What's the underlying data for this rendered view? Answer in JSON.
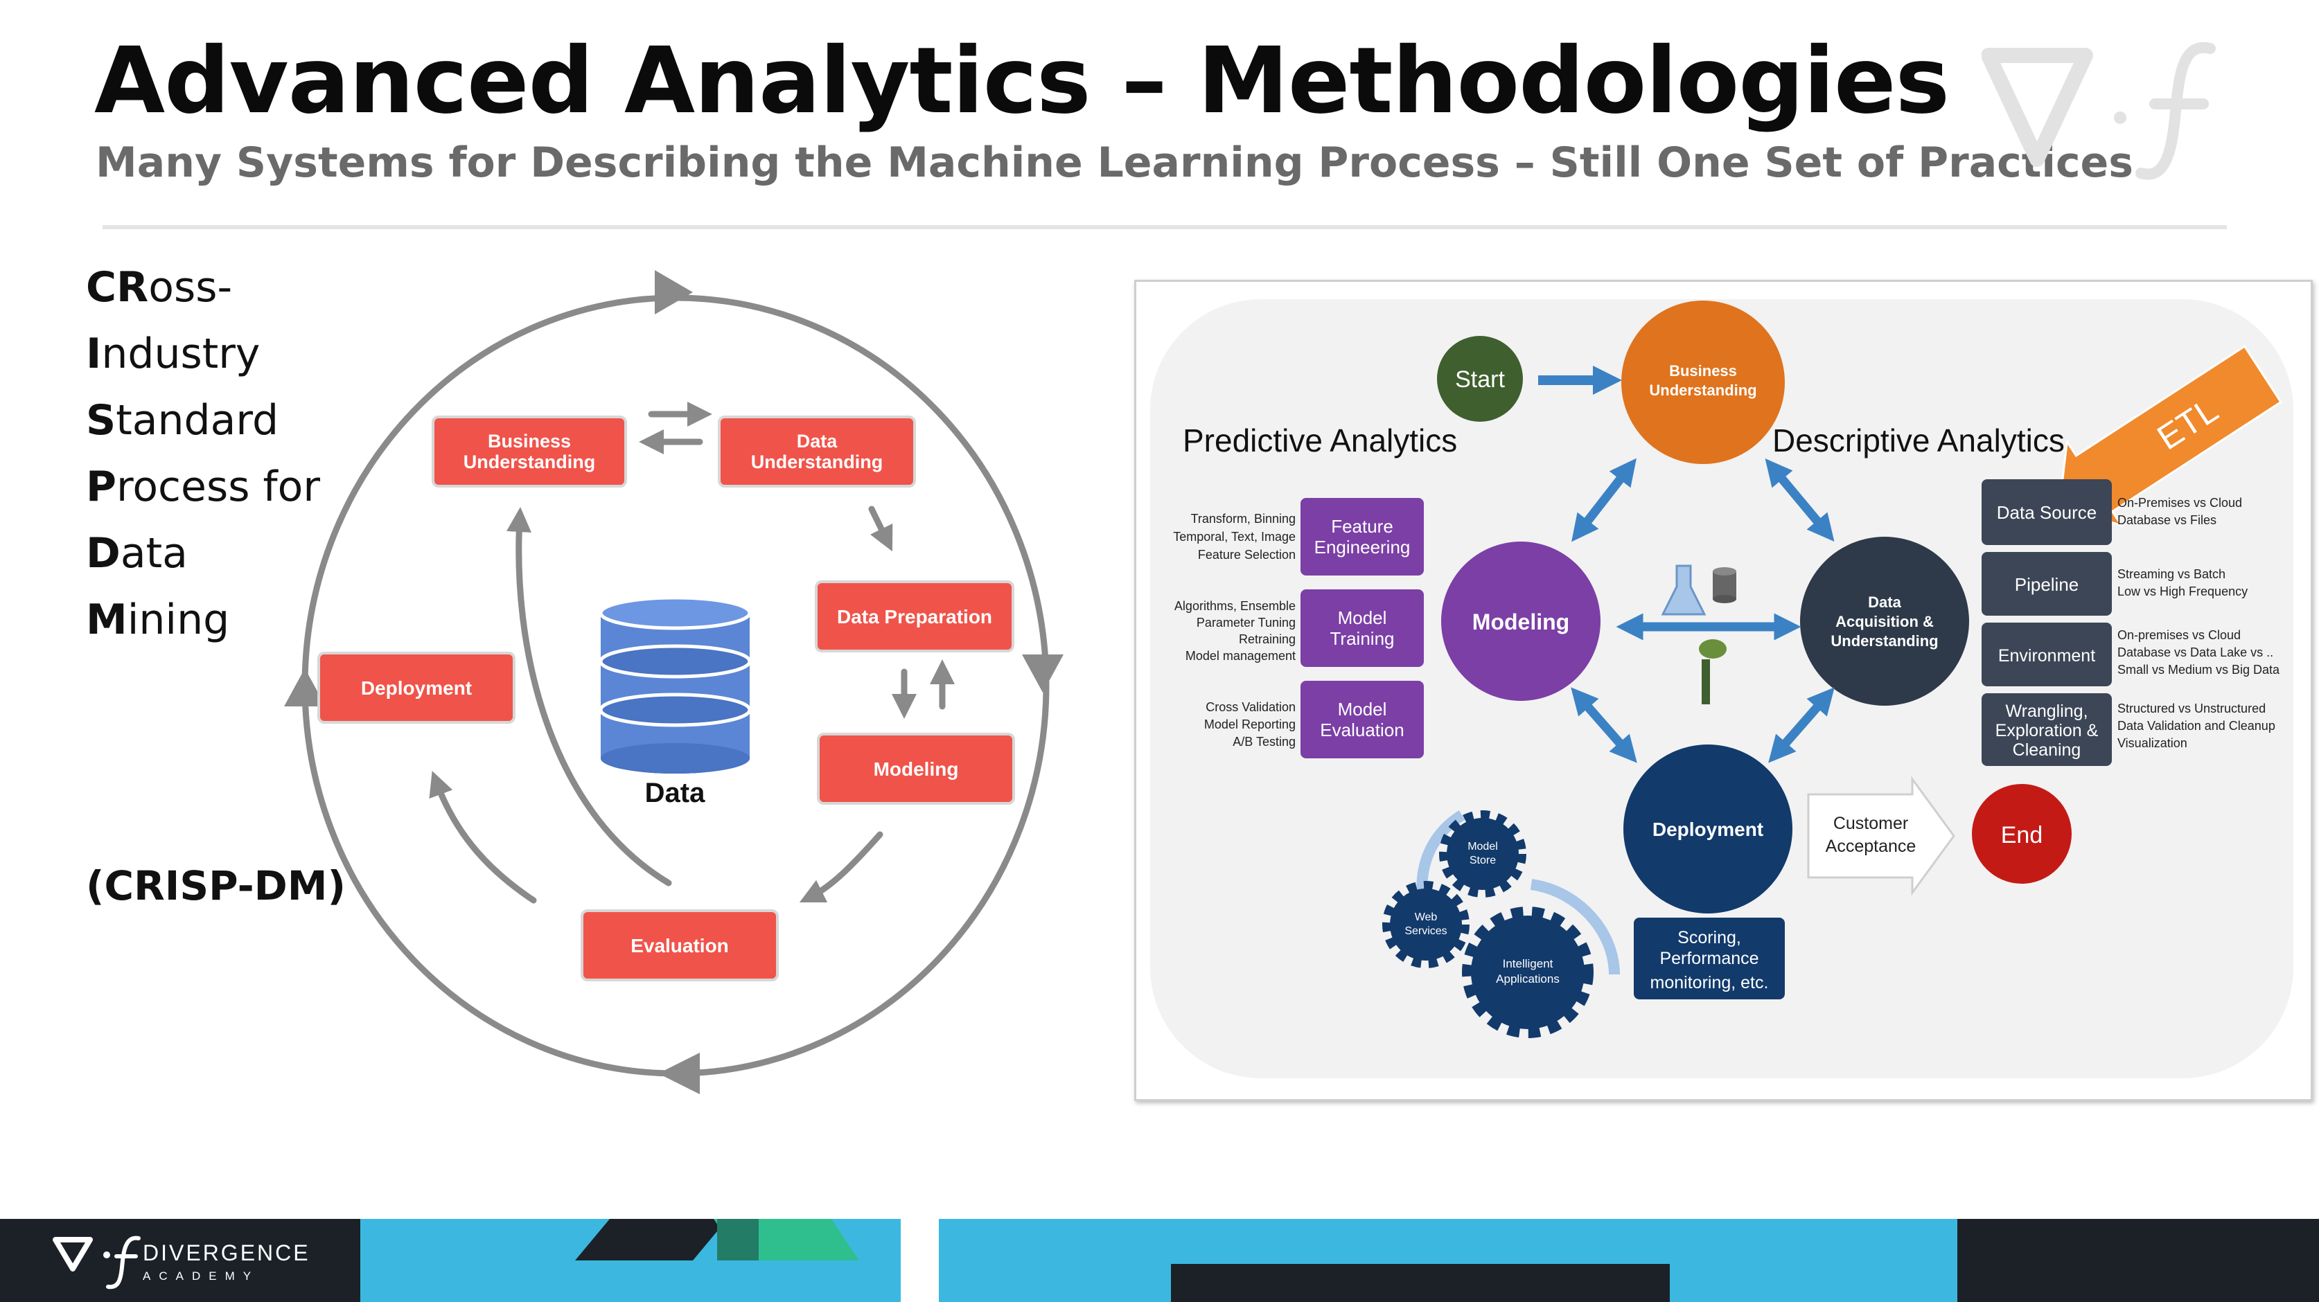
{
  "header": {
    "title": "Advanced Analytics – Methodologies",
    "subtitle": "Many Systems for Describing the Machine Learning Process – Still One Set of Practices"
  },
  "acronym": {
    "lines": [
      {
        "bold": "CR",
        "rest": "oss-"
      },
      {
        "bold": "I",
        "rest": "ndustry"
      },
      {
        "bold": "S",
        "rest": "tandard"
      },
      {
        "bold": "P",
        "rest": "rocess for"
      },
      {
        "bold": "D",
        "rest": "ata"
      },
      {
        "bold": "M",
        "rest": "ining"
      }
    ],
    "abbreviation": "(CRISP-DM)"
  },
  "crisp": {
    "boxes": {
      "business_understanding": [
        "Business",
        "Understanding"
      ],
      "data_understanding": [
        "Data",
        "Understanding"
      ],
      "data_preparation": "Data Preparation",
      "modeling": "Modeling",
      "evaluation": "Evaluation",
      "deployment": "Deployment"
    },
    "center_label": "Data",
    "box_color": "#f0534a",
    "ring_color": "#8a8a8a"
  },
  "analytics": {
    "start": "Start",
    "end": "End",
    "business_understanding": [
      "Business",
      "Understanding"
    ],
    "predictive_title": "Predictive Analytics",
    "descriptive_title": "Descriptive Analytics",
    "etl": "ETL",
    "modeling": "Modeling",
    "data_acquisition": [
      "Data",
      "Acquisition &",
      "Understanding"
    ],
    "deployment": "Deployment",
    "customer_acceptance": [
      "Customer",
      "Acceptance"
    ],
    "scoring": [
      "Scoring,",
      "Performance",
      "monitoring, etc."
    ],
    "predictive_items": [
      {
        "label": [
          "Feature",
          "Engineering"
        ],
        "notes": [
          "Transform, Binning",
          "Temporal, Text, Image",
          "Feature Selection"
        ]
      },
      {
        "label": [
          "Model",
          "Training"
        ],
        "notes": [
          "Algorithms, Ensemble",
          "Parameter Tuning",
          "Retraining",
          "Model management"
        ]
      },
      {
        "label": [
          "Model",
          "Evaluation"
        ],
        "notes": [
          "Cross Validation",
          "Model Reporting",
          "A/B Testing"
        ]
      }
    ],
    "descriptive_items": [
      {
        "label": [
          "Data Source"
        ],
        "notes": [
          "On-Premises vs Cloud",
          "Database vs Files"
        ]
      },
      {
        "label": [
          "Pipeline"
        ],
        "notes": [
          "Streaming vs Batch",
          "Low vs High Frequency"
        ]
      },
      {
        "label": [
          "Environment"
        ],
        "notes": [
          "On-premises vs Cloud",
          "Database vs Data Lake  vs ..",
          "Small vs Medium vs Big Data"
        ]
      },
      {
        "label": [
          "Wrangling,",
          "Exploration &",
          "Cleaning"
        ],
        "notes": [
          "Structured vs Unstructured",
          "Data Validation and Cleanup",
          "Visualization"
        ]
      }
    ],
    "gears": {
      "model_store": [
        "Model",
        "Store"
      ],
      "web_services": [
        "Web",
        "Services"
      ],
      "intelligent_apps": [
        "Intelligent",
        "Applications"
      ]
    },
    "colors": {
      "start": "#3f5f2e",
      "business": "#e0731e",
      "modeling": "#7b3fa6",
      "data_acq": "#2e3a4a",
      "deployment": "#123a6b",
      "end": "#c41a16",
      "purple_box": "#7b3fa6",
      "dark_box": "#3c4656",
      "arrow_blue": "#3b82c4",
      "etl": "#f08a2c"
    }
  },
  "footer": {
    "brand": "DIVERGENCE",
    "sub": "ACADEMY"
  }
}
